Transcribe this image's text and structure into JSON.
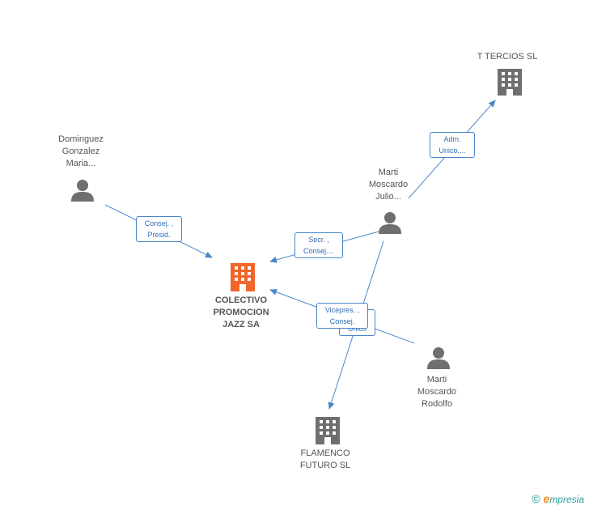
{
  "nodes": {
    "t_tercios": {
      "label": "T TERCIOS SL",
      "type": "company",
      "color": "#6f6f6f"
    },
    "dominguez": {
      "label": "Dominguez\nGonzalez\nMaria...",
      "type": "person",
      "color": "#6f6f6f"
    },
    "marti_julio": {
      "label": "Marti\nMoscardo\nJulio...",
      "type": "person",
      "color": "#6f6f6f"
    },
    "colectivo": {
      "label": "COLECTIVO\nPROMOCION\nJAZZ SA",
      "type": "company",
      "color": "#f0662a"
    },
    "marti_rodolfo": {
      "label": "Marti\nMoscardo\nRodolfo",
      "type": "person",
      "color": "#6f6f6f"
    },
    "flamenco": {
      "label": "FLAMENCO\nFUTURO SL",
      "type": "company",
      "color": "#6f6f6f"
    }
  },
  "edges": {
    "adm_unico": "Adm.\nUnico,...",
    "consej_presid": "Consej. ,\nPresid.",
    "secr_consej": "Secr. ,\nConsej....",
    "unico": "Unico",
    "vicepres_consej": "Vicepres. ,\nConsej."
  },
  "colors": {
    "edge": "#4a86c8",
    "accent": "#f0662a",
    "icon": "#6f6f6f"
  },
  "brand": {
    "copyright": "©",
    "e": "e",
    "rest": "mpresia"
  }
}
